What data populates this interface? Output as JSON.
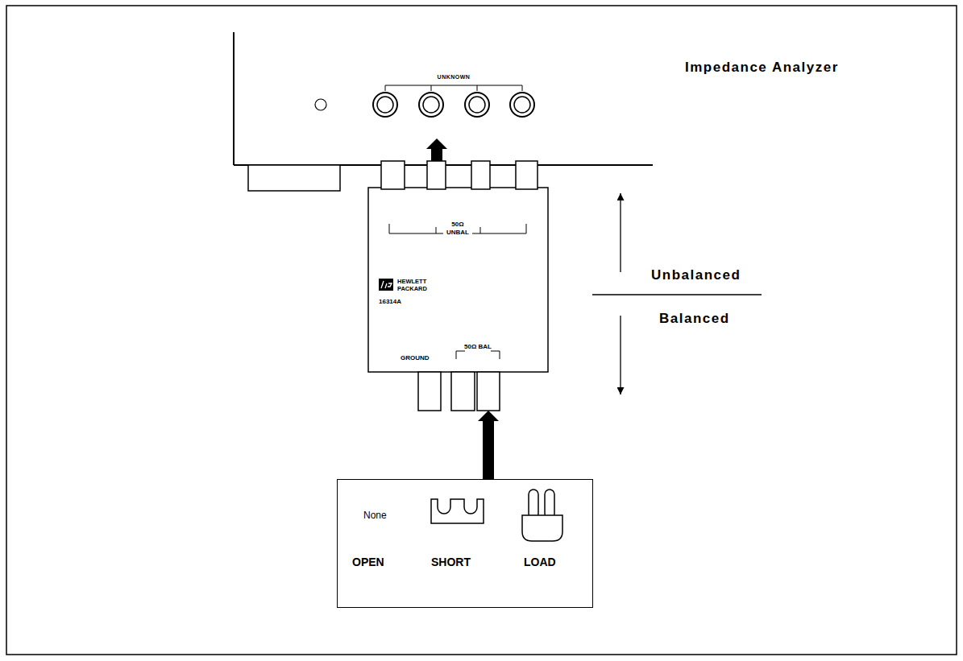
{
  "diagram": {
    "nodes": [
      {
        "text": [
          "UNKNOWN",
          "Impedance Analyzer"
        ]
      },
      {
        "text": [
          "50Ω UNBAL",
          "HEWLETT PACKARD",
          "16314A",
          "GROUND",
          "50Ω BAL"
        ]
      },
      {
        "text": [
          "None",
          "OPEN",
          "SHORT",
          "LOAD"
        ]
      }
    ],
    "edges": [
      {
        "from": 1,
        "to": 0,
        "arrow": "to"
      },
      {
        "from": 2,
        "to": 1,
        "arrow": "to"
      }
    ],
    "labels": [
      "Unbalanced",
      "Balanced"
    ]
  }
}
